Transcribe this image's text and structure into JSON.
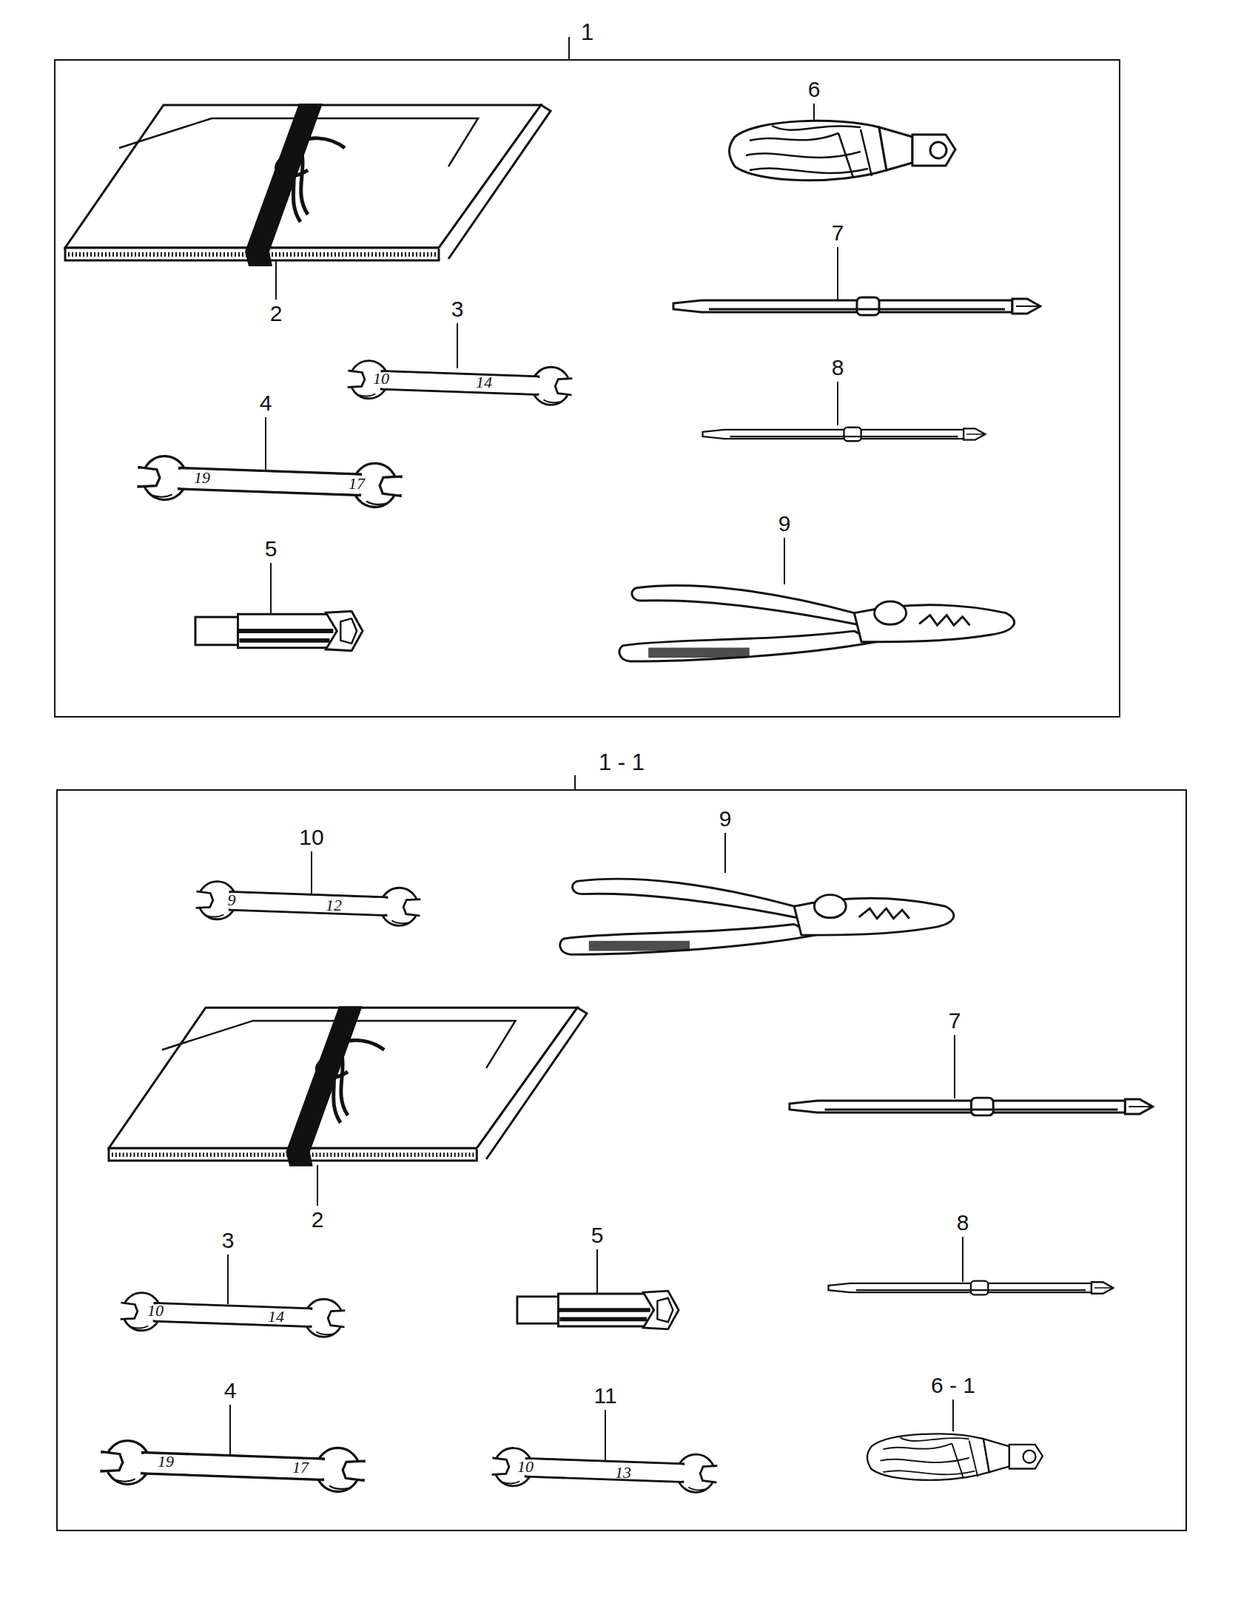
{
  "diagram": {
    "nodes": [
      {
        "text": [
          "1"
        ]
      },
      {
        "text": [
          "1 - 1"
        ]
      }
    ],
    "labels": [
      "6",
      "2",
      "3",
      "7",
      "8",
      "4",
      "5",
      "9",
      "10",
      "14",
      "19",
      "17",
      "10",
      "9",
      "2",
      "7",
      "8",
      "3",
      "5",
      "4",
      "11",
      "6 - 1",
      "9",
      "12",
      "10",
      "14",
      "19",
      "17",
      "10",
      "13"
    ]
  }
}
